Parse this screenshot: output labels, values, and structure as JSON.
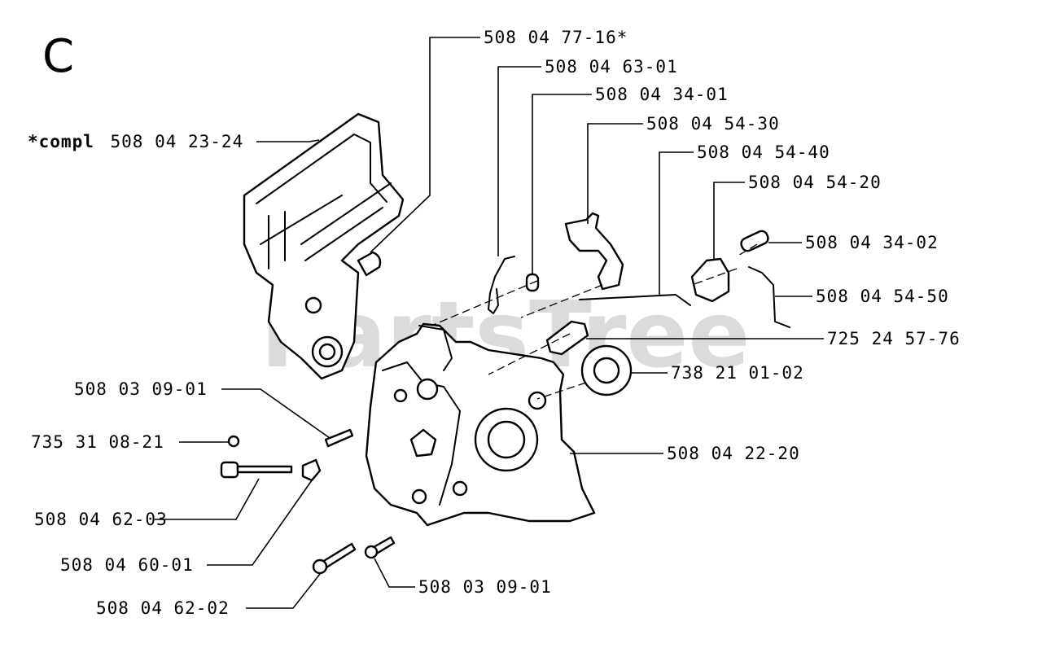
{
  "section_letter": "C",
  "watermark": "PartsTree",
  "part_labels": {
    "p01": "508 04 77-16*",
    "p02": "508 04 63-01",
    "p03": "508 04 34-01",
    "p04": "508 04 54-30",
    "p05": "508 04 54-40",
    "p06": "508 04 54-20",
    "p07": "508 04 34-02",
    "p08": "508 04 54-50",
    "p09": "725 24 57-76",
    "p10": "738 21 01-02",
    "p11": "508 04 22-20",
    "p12": "508 03 09-01",
    "p13": "735 31 08-21",
    "p14": "508 04 62-03",
    "p15": "508 04 60-01",
    "p16": "508 04 62-02",
    "p17": "508 03 09-01",
    "compl_prefix": "*compl",
    "compl_number": "508 04 23-24"
  },
  "colors": {
    "line": "#000000",
    "background": "#ffffff",
    "watermark": "#bfbfbf"
  }
}
